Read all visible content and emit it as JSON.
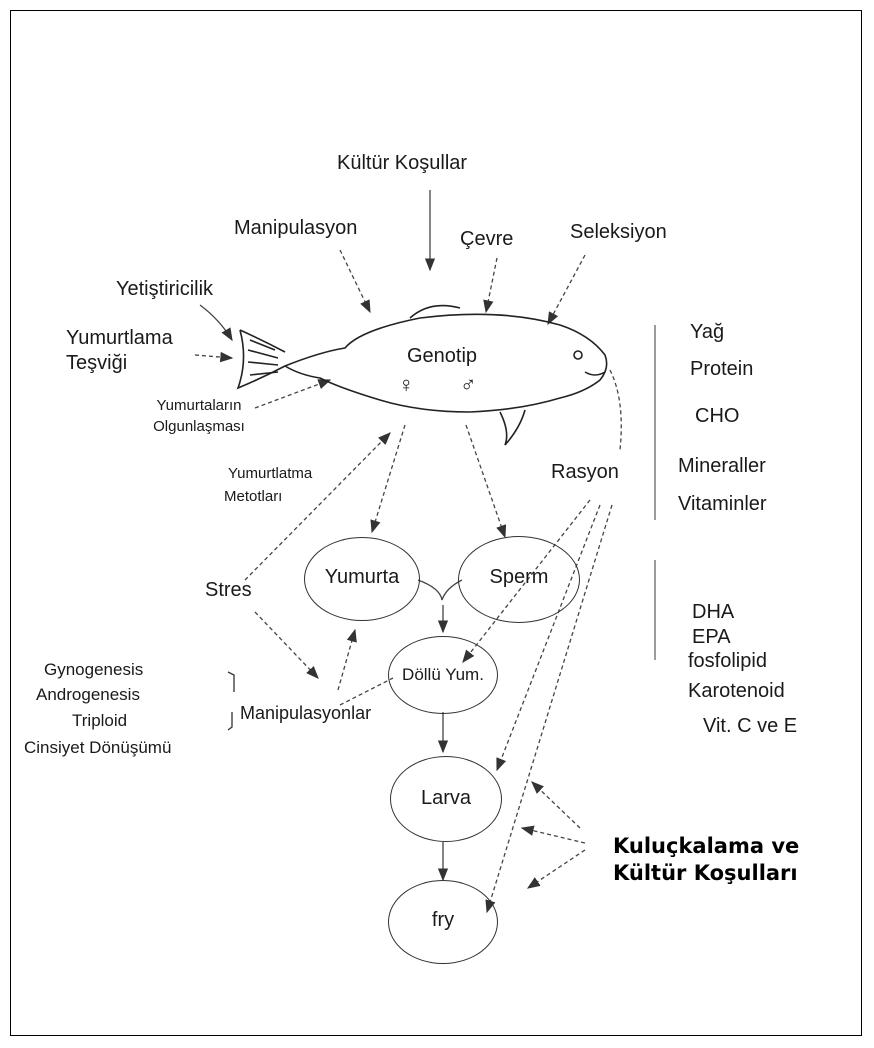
{
  "top": {
    "kultur_kosullar": "Kültür Koşullar",
    "manipulasyon": "Manipulasyon",
    "cevre": "Çevre",
    "seleksiyon": "Seleksiyon",
    "yetistiricilik": "Yetiştiricilik",
    "yumurtlama_tesvigi_1": "Yumurtlama",
    "yumurtlama_tesvigi_2": "Teşviği",
    "olgunlasma_1": "Yumurtaların",
    "olgunlasma_2": "Olgunlaşması"
  },
  "fish": {
    "genotip": "Genotip",
    "female_symbol": "♀",
    "male_symbol": "♂"
  },
  "middle": {
    "yumurtlatma_1": "Yumurtlatma",
    "yumurtlatma_2": "Metotları",
    "stres": "Stres",
    "rasyon": "Rasyon"
  },
  "nodes": {
    "yumurta": "Yumurta",
    "sperm": "Sperm",
    "dollu": "Döllü Yum.",
    "larva": "Larva",
    "fry": "fry"
  },
  "ration_list": [
    "Yağ",
    "Protein",
    "CHO",
    "Mineraller",
    "Vitaminler"
  ],
  "fatty_list": [
    "DHA",
    "EPA",
    "fosfolipid",
    "Karotenoid",
    "Vit. C ve E"
  ],
  "manip_list": [
    "Gynogenesis",
    "Androgenesis",
    "Triploid",
    "Cinsiyet Dönüşümü"
  ],
  "manipulasyonlar": "Manipulasyonlar",
  "kulucka_1": "Kuluçkalama ve",
  "kulucka_2": "Kültür Koşulları"
}
